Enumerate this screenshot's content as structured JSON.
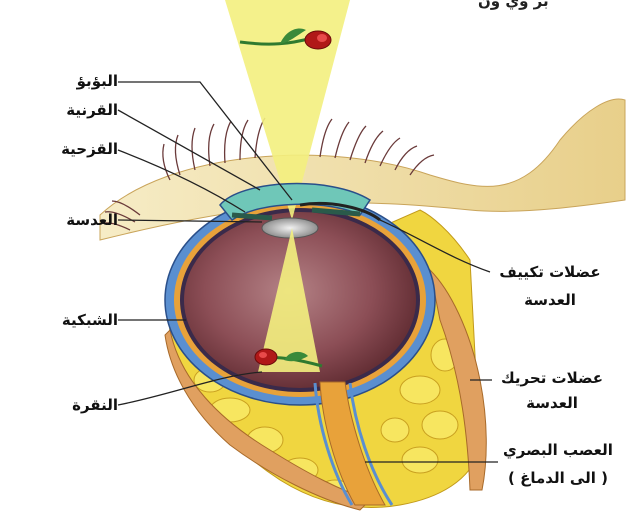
{
  "diagram": {
    "top_fragment": "بر وي ون",
    "labels_left": {
      "pupil": "البؤبؤ",
      "cornea": "القرنية",
      "iris": "القزحية",
      "lens": "العدسة",
      "retina": "الشبكية",
      "fovea": "النقرة"
    },
    "labels_right": {
      "ciliary_line1": "عضلات تكييف",
      "ciliary_line2": "العدسة",
      "motor_line1": "عضلات تحريك",
      "motor_line2": "العدسة",
      "optic_line1": "العصب البصري",
      "optic_line2": "( الى الدماغ )"
    },
    "colors": {
      "light_beam": "#f3ef7e",
      "sclera_blue": "#5a8fd0",
      "choroid_orange": "#e8a23a",
      "vitreous": "#8a4a52",
      "fat_yellow": "#f3dc3c",
      "muscle": "#e0a060",
      "lid": "#f3e6b8"
    }
  }
}
